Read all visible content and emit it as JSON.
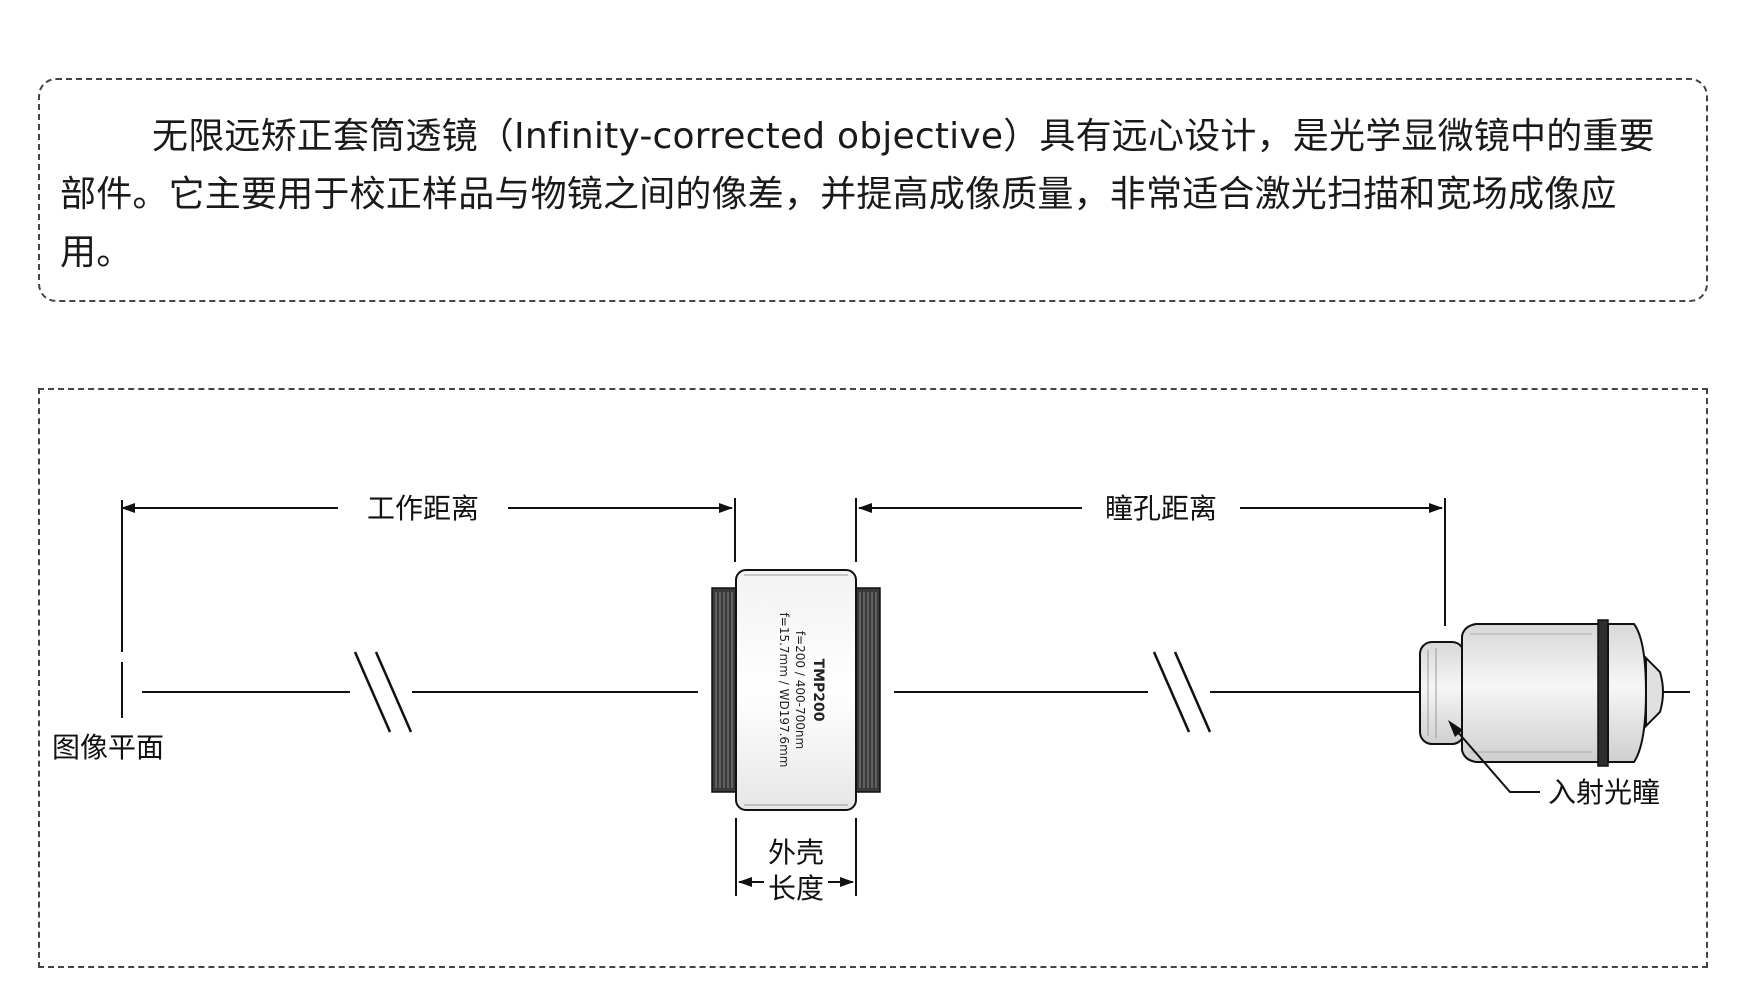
{
  "intro": {
    "text": "无限远矫正套筒透镜（Infinity-corrected objective）具有远心设计，是光学显微镜中的重要部件。它主要用于校正样品与物镜之间的像差，并提高成像质量，非常适合激光扫描和宽场成像应用。"
  },
  "diagram": {
    "working_distance_label": "工作距离",
    "pupil_distance_label": "瞳孔距离",
    "image_plane_label": "图像平面",
    "housing_length_label_line1": "外壳",
    "housing_length_label_line2": "长度",
    "entrance_pupil_label": "入射光瞳",
    "lens_model": "TMP200",
    "lens_spec_line1": "f=200 / 400-700nm",
    "lens_spec_line2": "f=15.7mm / WD197.6mm"
  }
}
